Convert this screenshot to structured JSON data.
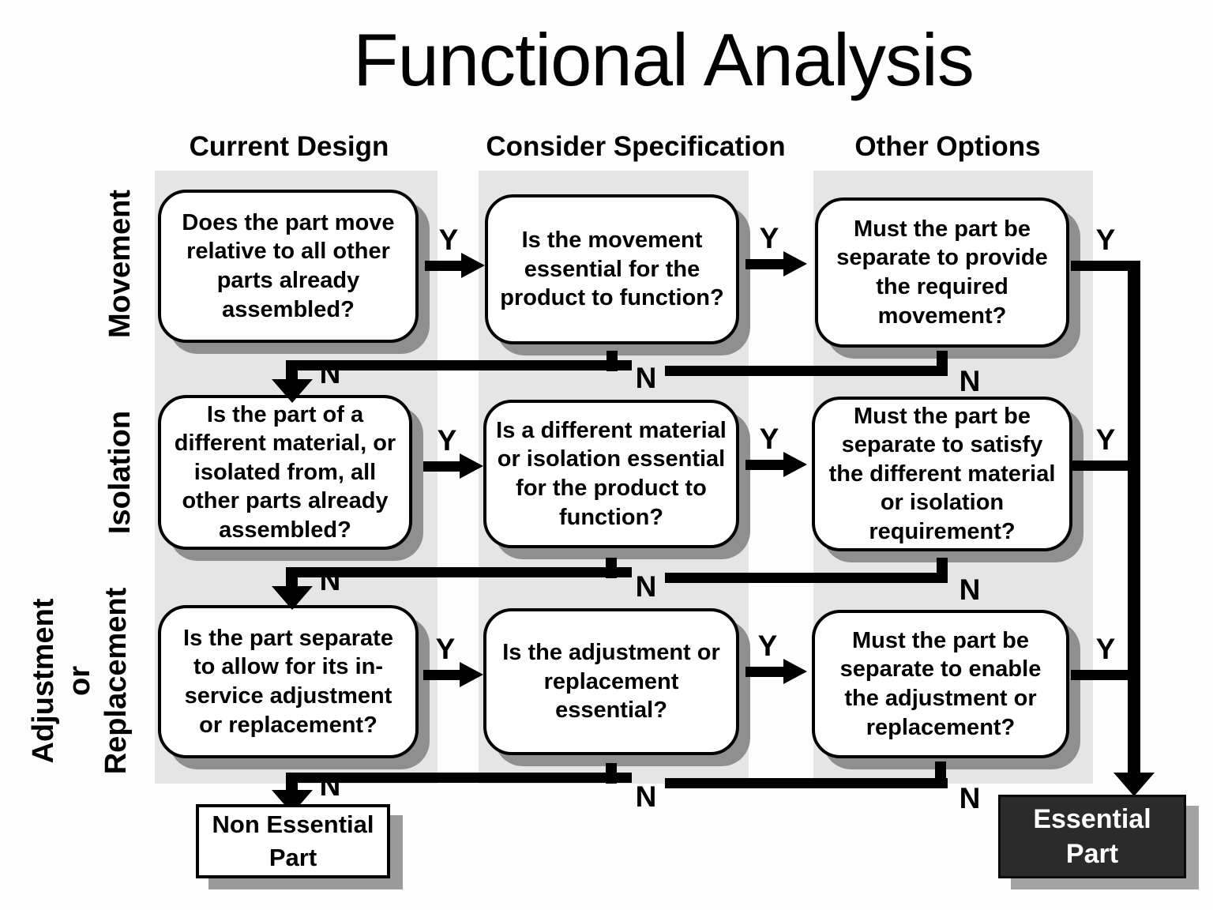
{
  "title": "Functional Analysis",
  "column_headers": [
    "Current Design",
    "Consider Specification",
    "Other Options"
  ],
  "row_labels": {
    "movement": "Movement",
    "isolation": "Isolation",
    "adjustment": [
      "Adjustment",
      "or",
      "Replacement"
    ]
  },
  "edge_labels": {
    "yes": "Y",
    "no": "N"
  },
  "boxes": {
    "movement": {
      "current_design": "Does the part move relative to all other parts already assembled?",
      "consider_specification": "Is the movement essential for the product to function?",
      "other_options": "Must the part be separate to provide the required movement?"
    },
    "isolation": {
      "current_design": "Is the part of a different material, or isolated from, all other parts already assembled?",
      "consider_specification": "Is a different material or isolation essential for the product to function?",
      "other_options": "Must the part be separate to satisfy the different material or isolation requirement?"
    },
    "adjustment": {
      "current_design": "Is the part separate to allow for its in-service adjustment or replacement?",
      "consider_specification": "Is the adjustment or replacement essential?",
      "other_options": "Must the part be separate to enable the adjustment or replacement?"
    }
  },
  "terminals": {
    "non_essential": {
      "line1": "Non Essential",
      "line2": "Part"
    },
    "essential": {
      "line1": "Essential",
      "line2": "Part"
    }
  },
  "colors": {
    "line": "#000000",
    "box_fill": "#ffffff",
    "box_border": "#000000",
    "box_shadow": "#8f8f8f",
    "column_band": "#e5e5e5",
    "essential_fill": "#2b2b2b",
    "essential_text": "#ffffff"
  }
}
